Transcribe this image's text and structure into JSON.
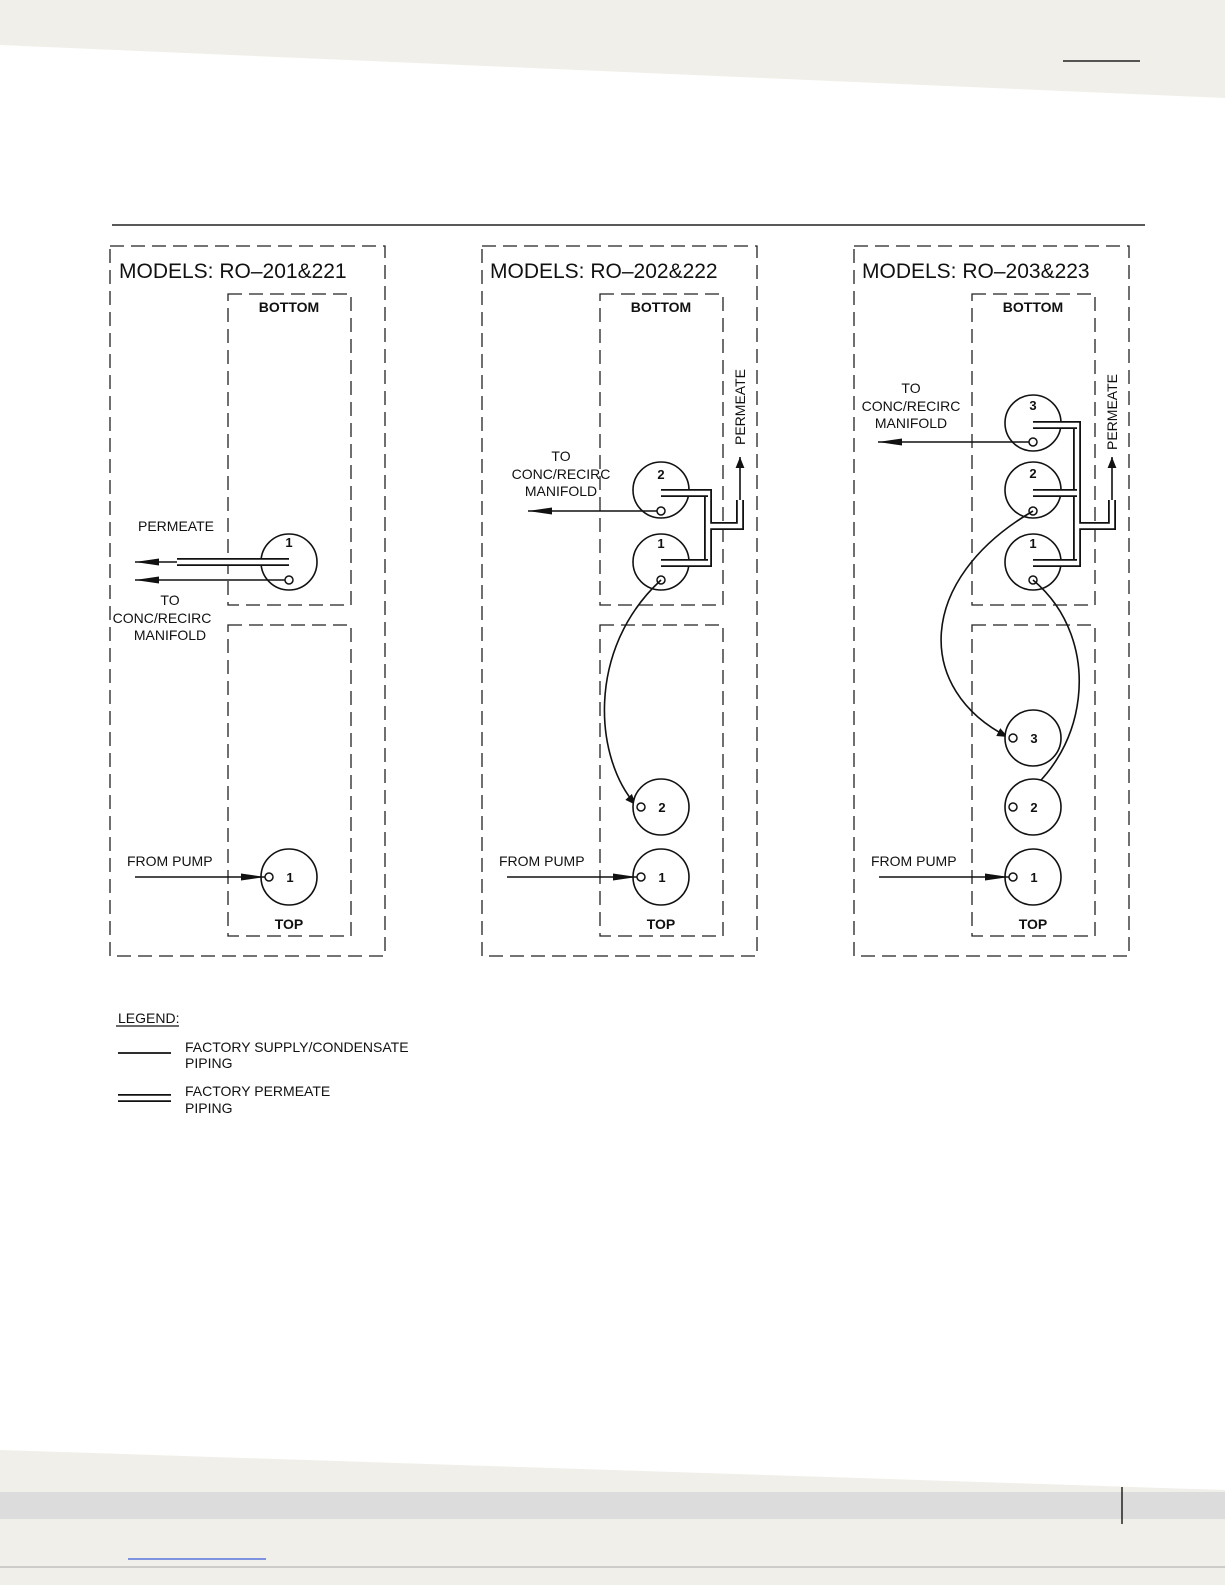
{
  "header": {
    "rule_color": "#222222"
  },
  "panels": [
    {
      "id": "ro-201",
      "title": "MODELS:  RO–201&221",
      "bottom_label": "BOTTOM",
      "top_label": "TOP",
      "permeate_label": "PERMEATE",
      "conc_label": [
        "TO",
        "CONC/RECIRC",
        "MANIFOLD"
      ],
      "from_pump_label": "FROM  PUMP",
      "bottom_vessels": [
        "1"
      ],
      "top_vessels": [
        "1"
      ]
    },
    {
      "id": "ro-202",
      "title": "MODELS:  RO–202&222",
      "bottom_label": "BOTTOM",
      "top_label": "TOP",
      "permeate_label": "PERMEATE",
      "conc_label": [
        "TO",
        "CONC/RECIRC",
        "MANIFOLD"
      ],
      "from_pump_label": "FROM  PUMP",
      "bottom_vessels": [
        "2",
        "1"
      ],
      "top_vessels": [
        "2",
        "1"
      ]
    },
    {
      "id": "ro-203",
      "title": "MODELS:  RO–203&223",
      "bottom_label": "BOTTOM",
      "top_label": "TOP",
      "permeate_label": "PERMEATE",
      "conc_label": [
        "TO",
        "CONC/RECIRC",
        "MANIFOLD"
      ],
      "from_pump_label": "FROM  PUMP",
      "bottom_vessels": [
        "3",
        "2",
        "1"
      ],
      "top_vessels": [
        "3",
        "2",
        "1"
      ]
    }
  ],
  "legend": {
    "title": "LEGEND:",
    "items": [
      {
        "type": "supply",
        "line1": "FACTORY  SUPPLY/CONDENSATE",
        "line2": "PIPING"
      },
      {
        "type": "permeate",
        "line1": "FACTORY  PERMEATE",
        "line2": "PIPING"
      }
    ]
  },
  "colors": {
    "page_band": "#f1efea",
    "footer_band": "#dcdcdc",
    "link": "#3a5bd9",
    "ink": "#111111"
  }
}
